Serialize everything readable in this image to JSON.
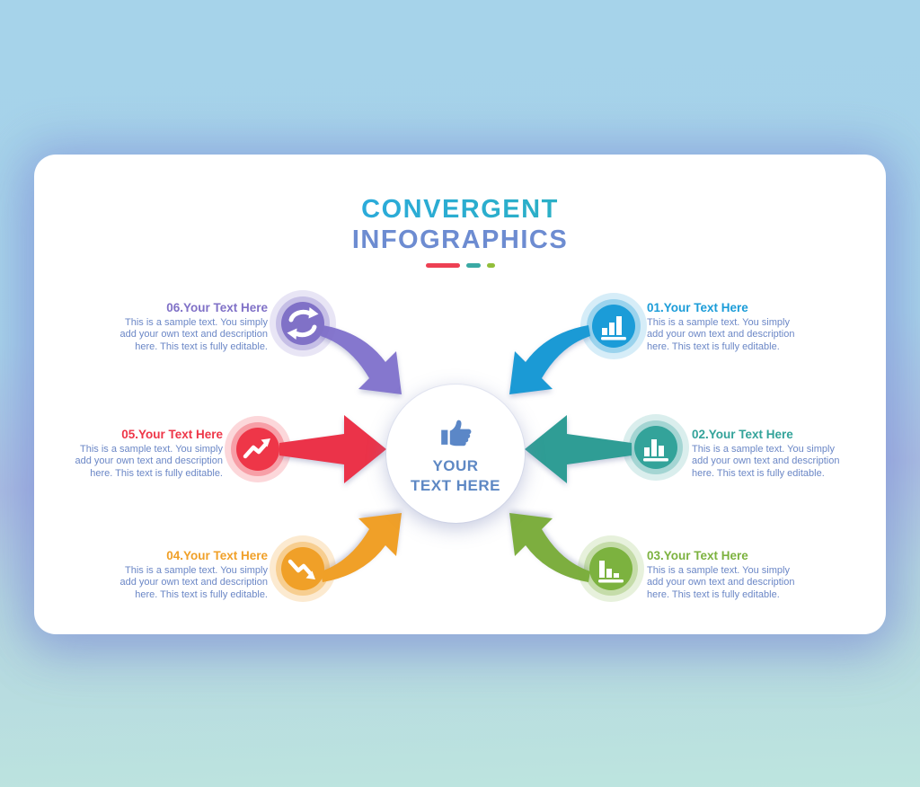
{
  "slide": {
    "title_line1": "CONVERGENT",
    "title_line2": "INFOGRAPHICS",
    "title_line1_gradient": [
      "#2ba9e1",
      "#2bb5ae"
    ],
    "title_line2_color": "#6d8cd1",
    "divider_colors": [
      "#ed4053",
      "#3aa9a4",
      "#92be3a"
    ],
    "background": "#ffffff"
  },
  "page_background": {
    "top": "#a6d3ea",
    "middle": "#aabde2",
    "bottom": "#bde5df"
  },
  "center": {
    "icon": "thumbs-up-icon",
    "icon_color": "#5b87c7",
    "label": "YOUR\nTEXT HERE",
    "label_color": "#5e88c4"
  },
  "body_text_color": "#6b87c6",
  "items": [
    {
      "id": "01",
      "title": "01.Your Text Here",
      "body": "This is a sample text. You simply\nadd your own text and description\nhere. This text is fully editable.",
      "icon": "ascending-bar-chart-icon",
      "color": "#1b9cd8",
      "arrow_color": "#1b9ad5",
      "position": "top-right"
    },
    {
      "id": "02",
      "title": "02.Your Text Here",
      "body": "This is a sample text. You simply\nadd your own text and description\nhere. This text is fully editable.",
      "icon": "column-chart-icon",
      "color": "#33a39a",
      "arrow_color": "#2f9d95",
      "position": "middle-right"
    },
    {
      "id": "03",
      "title": "03.Your Text Here",
      "body": "This is a sample text. You simply\nadd your own text and description\nhere. This text is fully editable.",
      "icon": "descending-bar-chart-icon",
      "color": "#7cb23f",
      "arrow_color": "#7dae3f",
      "position": "bottom-right"
    },
    {
      "id": "04",
      "title": "04.Your Text Here",
      "body": "This is a sample text. You simply\nadd your own text and description\nhere. This text is fully editable.",
      "icon": "trend-down-icon",
      "color": "#f0a028",
      "arrow_color": "#f0a028",
      "position": "bottom-left"
    },
    {
      "id": "05",
      "title": "05.Your Text Here",
      "body": "This is a sample text. You simply\nadd your own text and description\nhere. This text is fully editable.",
      "icon": "trend-up-icon",
      "color": "#ee3648",
      "arrow_color": "#eb3349",
      "position": "middle-left"
    },
    {
      "id": "06",
      "title": "06.Your Text Here",
      "body": "This is a sample text. You simply\nadd your own text and description\nhere. This text is fully editable.",
      "icon": "refresh-icon",
      "color": "#8071c7",
      "arrow_color": "#8577ce",
      "position": "top-left"
    }
  ]
}
